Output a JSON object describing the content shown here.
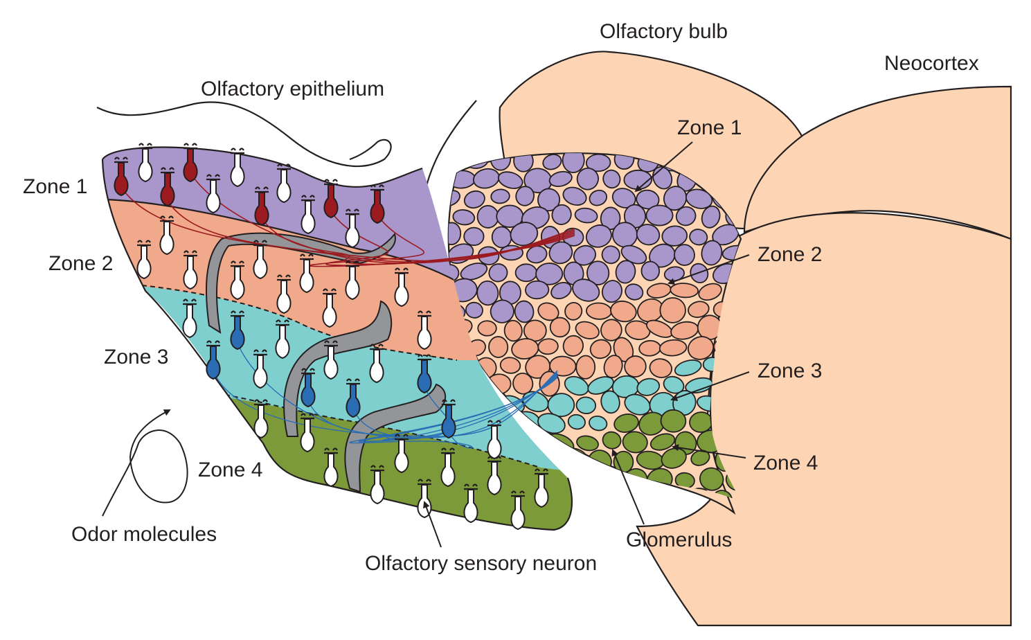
{
  "title_labels": {
    "olfactory_epithelium": "Olfactory epithelium",
    "olfactory_bulb": "Olfactory bulb",
    "neocortex": "Neocortex"
  },
  "epithelium_zone_labels": [
    "Zone 1",
    "Zone 2",
    "Zone 3",
    "Zone 4"
  ],
  "bulb_zone_labels": [
    "Zone 1",
    "Zone 2",
    "Zone 3",
    "Zone 4"
  ],
  "annotations": {
    "odor_molecules": "Odor molecules",
    "olfactory_sensory_neuron": "Olfactory sensory neuron",
    "glomerulus": "Glomerulus"
  },
  "colors": {
    "zone1": "#a997cb",
    "zone2": "#f0a98a",
    "zone3": "#7fcfcf",
    "zone4": "#7c9a3a",
    "brain_tissue": "#fdd5b4",
    "neuron_zone1": "#9b1b20",
    "neuron_zone3": "#2a6db4",
    "neuron_generic": "#ffffff",
    "duct": "#939598"
  }
}
